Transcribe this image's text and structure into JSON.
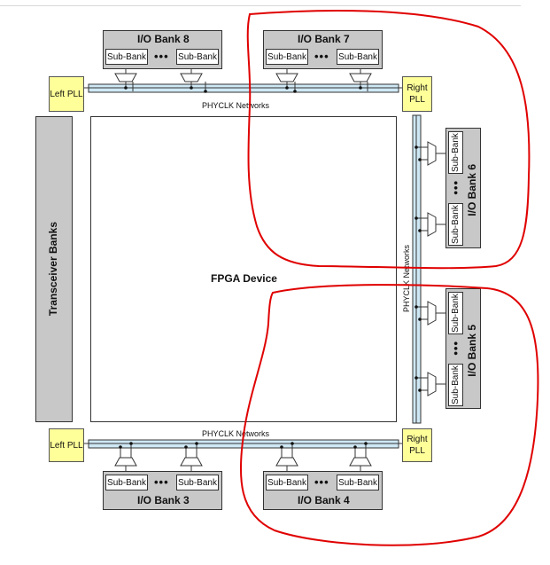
{
  "diagram": {
    "center_label": "FPGA Device",
    "transceiver_label": "Transceiver Banks",
    "network_label": "PHYCLK Networks",
    "sub_bank_label": "Sub-Bank",
    "ellipsis": "•••",
    "plls": {
      "top_left": "Left PLL",
      "top_right": "Right PLL",
      "bottom_left": "Left PLL",
      "bottom_right": "Right PLL"
    },
    "io_banks": {
      "bank8": "I/O Bank 8",
      "bank7": "I/O Bank 7",
      "bank6": "I/O Bank 6",
      "bank5": "I/O Bank 5",
      "bank3": "I/O Bank 3",
      "bank4": "I/O Bank 4"
    },
    "colors": {
      "network_fill": "#cfe8f5",
      "pll_fill": "#ffff99",
      "bank_fill": "#c8c8c8",
      "transceiver_fill": "#c8c8c8",
      "annotation": "#e00000"
    },
    "annotations": [
      {
        "name": "red-outline-upper-right",
        "encloses": [
          "I/O Bank 7",
          "I/O Bank 6"
        ]
      },
      {
        "name": "red-outline-lower-right",
        "encloses": [
          "I/O Bank 5",
          "I/O Bank 4"
        ]
      }
    ]
  }
}
